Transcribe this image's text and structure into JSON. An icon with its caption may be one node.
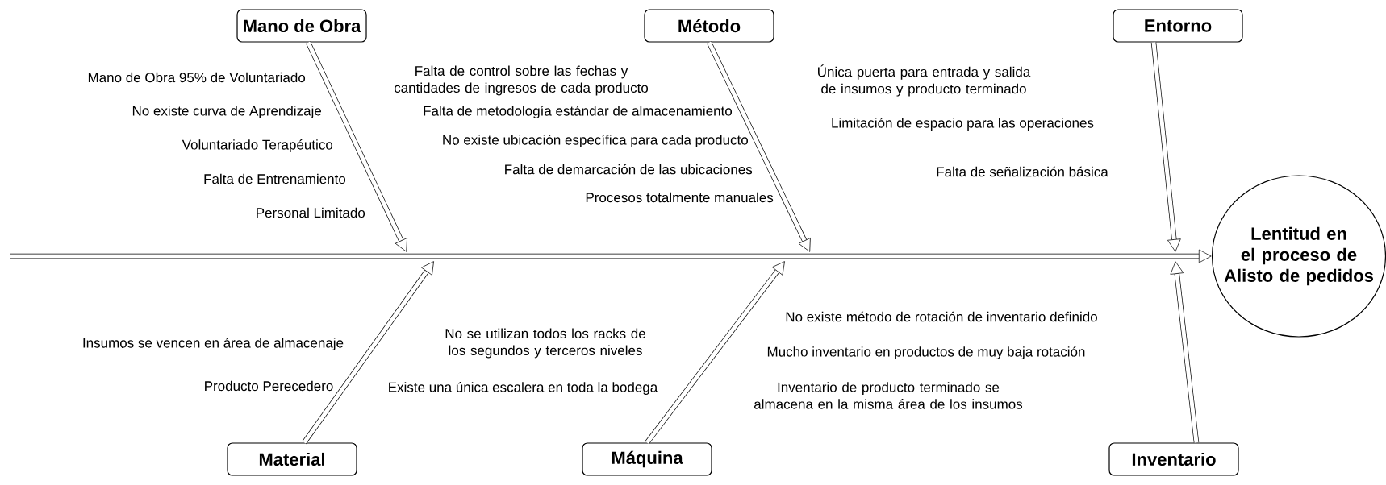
{
  "diagram": {
    "nodes": [
      {
        "text": [
          "Mano de Obra"
        ]
      },
      {
        "text": [
          "Método"
        ]
      },
      {
        "text": [
          "Entorno"
        ]
      },
      {
        "text": [
          "Material"
        ]
      },
      {
        "text": [
          "Máquina"
        ]
      },
      {
        "text": [
          "Inventario"
        ]
      },
      {
        "text": [
          "Lentitud en el proceso de Alisto de pedidos"
        ]
      }
    ],
    "edges": [
      {
        "from": null,
        "to": 6,
        "arrow": "to"
      },
      {
        "from": 0,
        "to": null,
        "arrow": "to"
      },
      {
        "from": 1,
        "to": null,
        "arrow": "to"
      },
      {
        "from": 2,
        "to": null,
        "arrow": "to"
      },
      {
        "from": 3,
        "to": null,
        "arrow": "to"
      },
      {
        "from": 4,
        "to": null,
        "arrow": "to"
      },
      {
        "from": 5,
        "to": null,
        "arrow": "to"
      }
    ],
    "labels": [
      "Mano de Obra 95% de Voluntariado",
      "No existe curva de Aprendizaje",
      "Voluntariado Terapéutico",
      "Falta de Entrenamiento",
      "Personal Limitado",
      "Falta de control sobre las fechas y cantidades de ingresos de cada producto",
      "Falta de metodología estándar de almacenamiento",
      "No existe ubicación específica para cada producto",
      "Falta de demarcación de las ubicaciones",
      "Procesos totalmente manuales",
      "Única puerta para entrada y salida de insumos y producto terminado",
      "Limitación de espacio para las operaciones",
      "Falta de señalización básica",
      "Insumos se vencen en área de almacenaje",
      "Producto Perecedero",
      "No se utilizan todos los racks de los segundos y terceros niveles",
      "Existe una única escalera en toda la bodega",
      "No existe método de rotación de inventario definido",
      "Mucho inventario en productos de muy baja rotación",
      "Inventario de producto terminado se almacena en la misma área de los insumos"
    ]
  }
}
